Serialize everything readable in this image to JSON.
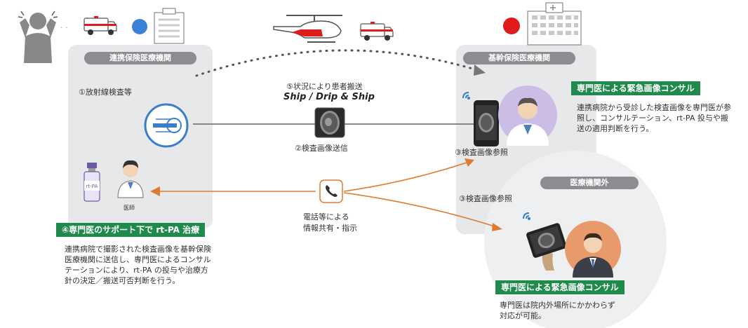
{
  "colors": {
    "panel_bg": "#e7e8ea",
    "panel_title_bg": "#8b8d90",
    "green": "#1f8a4c",
    "arrow_orange": "#e07a30",
    "line_gray": "#555555",
    "blue_dot": "#3b82d6",
    "red_dot": "#e01b1b",
    "icon_blue": "#3a7ec8"
  },
  "left_panel": {
    "title": "連携保険医療機関",
    "step1": "①放射線検査等",
    "doctor_caption": "医師",
    "vial_label": "rt-PA",
    "support_label": "④専門医のサポート下で rt-PA 治療",
    "description": "連携病院で撮影された検査画像を基幹保険医療機関に送信し、専門医によるコンサルテーションにより、rt-PA の投与や治療方針の決定／搬送可否判断を行う。"
  },
  "right_panel": {
    "title": "基幹保険医療機関",
    "step3": "③検査画像参照",
    "consult_label": "専門医による緊急画像コンサル",
    "description": "連携病院から受診した検査画像を専門医が参照し、コンサルテーション、rt-PA 投与や搬送の適用判断を行う。"
  },
  "outside_panel": {
    "title": "医療機関外",
    "step3": "③検査画像参照",
    "consult_label": "専門医による緊急画像コンサル",
    "description": "専門医は院内外場所にかかわらず対応が可能。"
  },
  "center": {
    "step5": "⑤状況により患者搬送",
    "ship_text": "Ship / Drip & Ship",
    "step2": "②検査画像送信",
    "phone_text_1": "電話等による",
    "phone_text_2": "情報共有・指示"
  },
  "icons": {
    "patient": "patient-headache-icon",
    "ambulance": "ambulance-icon",
    "hospital": "hospital-building-icon",
    "helicopter": "helicopter-icon",
    "scanner": "ct-scanner-icon",
    "ct_scan": "ct-scan-image-icon",
    "phone": "telephone-icon",
    "smartphone": "smartphone-icon",
    "tablet": "tablet-icon",
    "wifi": "wireless-icon",
    "doctor": "doctor-icon",
    "vial": "medicine-vial-icon"
  }
}
